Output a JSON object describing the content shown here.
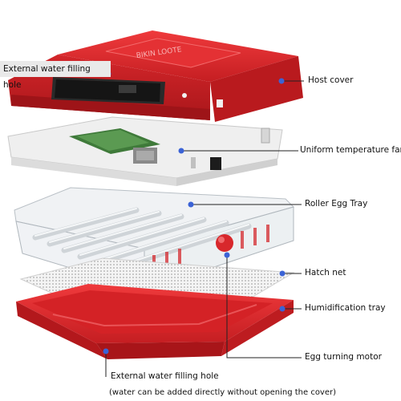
{
  "brand_text": "BIKIN LOOTE",
  "labels": {
    "top_left": "External water filling hole",
    "host_cover": "Host cover",
    "fan": "Uniform temperature fan",
    "roller": "Roller Egg Tray",
    "hatch": "Hatch net",
    "humid": "Humidification tray",
    "motor": "Egg turning motor",
    "bottom_line1": "External water filling hole",
    "bottom_line2": "(water can be added directly without opening the cover)"
  },
  "colors": {
    "red": "#d8282c",
    "dot": "#3b63d6",
    "line": "#222222"
  }
}
